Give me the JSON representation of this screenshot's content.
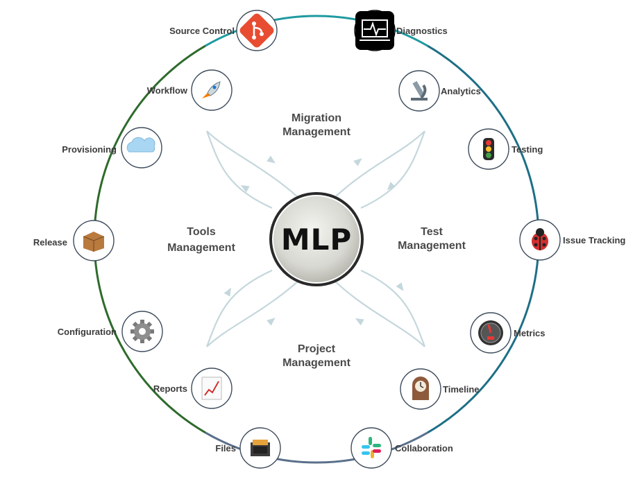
{
  "center": {
    "label": "MLP"
  },
  "colors": {
    "migration": "#1f9aa0",
    "test": "#1d6f86",
    "project": "#5a6f8a",
    "tools": "#2e6b2c",
    "flow": "#c4d7dc"
  },
  "quadrants": {
    "migration": {
      "line1": "Migration",
      "line2": "Management"
    },
    "test": {
      "line1": "Test",
      "line2": "Management"
    },
    "project": {
      "line1": "Project",
      "line2": "Management"
    },
    "tools": {
      "line1": "Tools",
      "line2": "Management"
    }
  },
  "tools": [
    {
      "id": "source-control",
      "label": "Source Control",
      "icon": "git-icon"
    },
    {
      "id": "diagnostics",
      "label": "Diagnostics",
      "icon": "monitor-pulse-icon"
    },
    {
      "id": "analytics",
      "label": "Analytics",
      "icon": "microscope-icon"
    },
    {
      "id": "testing",
      "label": "Testing",
      "icon": "traffic-light-icon"
    },
    {
      "id": "issue-tracking",
      "label": "Issue Tracking",
      "icon": "ladybug-icon"
    },
    {
      "id": "metrics",
      "label": "Metrics",
      "icon": "gauge-icon"
    },
    {
      "id": "timeline",
      "label": "Timeline",
      "icon": "clock-icon"
    },
    {
      "id": "collaboration",
      "label": "Collaboration",
      "icon": "slack-icon"
    },
    {
      "id": "files",
      "label": "Files",
      "icon": "file-cabinet-icon"
    },
    {
      "id": "reports",
      "label": "Reports",
      "icon": "chart-report-icon"
    },
    {
      "id": "configuration",
      "label": "Configuration",
      "icon": "gear-icon"
    },
    {
      "id": "release",
      "label": "Release",
      "icon": "package-icon"
    },
    {
      "id": "provisioning",
      "label": "Provisioning",
      "icon": "cloud-icon"
    },
    {
      "id": "workflow",
      "label": "Workflow",
      "icon": "rocket-icon"
    }
  ]
}
